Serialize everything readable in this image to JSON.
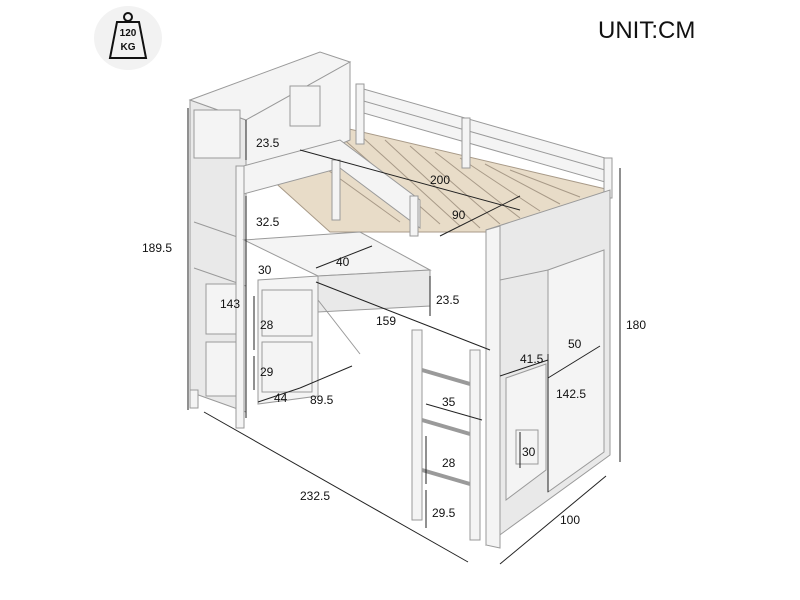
{
  "unit_label": "UNIT:CM",
  "weight_badge": {
    "value": "120",
    "unit": "KG",
    "icon": "weight-icon"
  },
  "dimensions": {
    "shelf_top_height": "23.5",
    "bed_length": "200",
    "bed_width": "90",
    "shelf_compartment_1": "32.5",
    "desk_depth": "40",
    "shelf_compartment_2": "30",
    "total_height": "189.5",
    "desk_panel_height": "23.5",
    "left_unit_height": "143",
    "shelf_compartment_3": "28",
    "desk_width": "159",
    "wardrobe_width": "50",
    "right_height": "180",
    "wardrobe_depth": "41.5",
    "shelf_compartment_4": "29",
    "wardrobe_height": "142.5",
    "base_depth": "44",
    "under_desk_width": "89.5",
    "ladder_width": "35",
    "wardrobe_shelf": "30",
    "ladder_step": "28",
    "total_length": "232.5",
    "ladder_bottom": "29.5",
    "total_depth": "100"
  }
}
